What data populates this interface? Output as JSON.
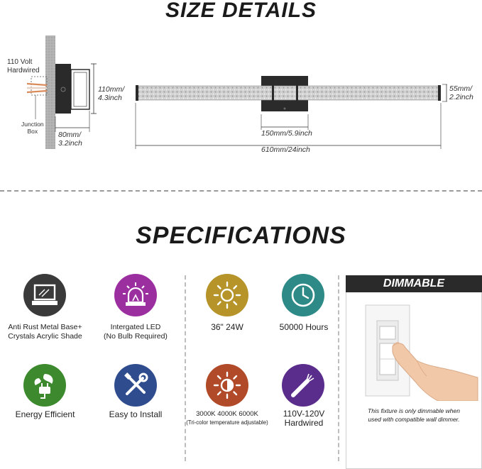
{
  "size_details": {
    "title": "SIZE DETAILS",
    "side_view": {
      "voltage_label_line1": "110 Volt",
      "voltage_label_line2": "Hardwired",
      "junction_line1": "Junction",
      "junction_line2": "Box",
      "height_mm": "110mm/",
      "height_in": "4.3inch",
      "depth_mm": "80mm/",
      "depth_in": "3.2inch"
    },
    "front_view": {
      "tube_height_mm": "55mm/",
      "tube_height_in": "2.2inch",
      "base_width": "150mm/5.9inch",
      "total_length": "610mm/24inch"
    }
  },
  "specifications": {
    "title": "SPECIFICATIONS",
    "items": [
      {
        "line1": "Anti Rust Metal Base+",
        "line2": "Crystals Acrylic Shade",
        "icon": "lamp-base-icon",
        "color": "#3a3a3a"
      },
      {
        "line1": "Intergated LED",
        "line2": "(No Bulb Required)",
        "icon": "led-alarm-icon",
        "color": "#9b2fa0"
      },
      {
        "line1": "36\" 24W",
        "line2": "",
        "icon": "sun-icon",
        "color": "#b6942a"
      },
      {
        "line1": "50000 Hours",
        "line2": "",
        "icon": "clock-icon",
        "color": "#2e8a86"
      },
      {
        "line1": "Energy Efficient",
        "line2": "",
        "icon": "eco-plug-icon",
        "color": "#3d8a2e"
      },
      {
        "line1": "Easy to Install",
        "line2": "",
        "icon": "tools-icon",
        "color": "#2f4d8e"
      },
      {
        "line1": "3000K 4000K 6000K",
        "line2": "(Tri-color temperature adjustable)",
        "icon": "color-temp-icon",
        "color": "#b04a28"
      },
      {
        "line1": "110V-120V",
        "line2": "Hardwired",
        "icon": "wire-icon",
        "color": "#5a2d8c"
      }
    ]
  },
  "dimmable": {
    "title": "DIMMABLE",
    "note_line1": "This fixture is only dimmable when",
    "note_line2": "used with compatible wall dimmer."
  }
}
